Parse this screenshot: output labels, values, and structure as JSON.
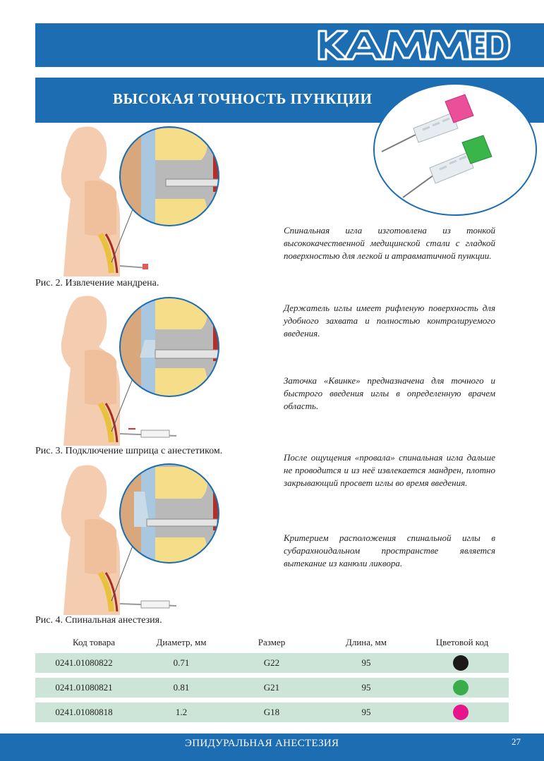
{
  "header": {
    "logo_text": "KAMMED",
    "title": "ВЫСОКАЯ ТОЧНОСТЬ ПУНКЦИИ"
  },
  "figures": [
    {
      "caption": "Рис. 2. Извлечение мандрена."
    },
    {
      "caption": "Рис. 3. Подключение шприца с анестетиком."
    },
    {
      "caption": "Рис. 4. Спинальная анестезия."
    }
  ],
  "descriptions": [
    "Спинальная игла изготовлена из тонкой высококачественной медицинской стали с гладкой поверхностью для легкой и атравматичной пункции.",
    "Держатель иглы имеет рифленую поверхность для удобного захвата и полностью контролируемого введения.",
    "Заточка «Квинке» предназначена для точного и быстрого введения иглы в определенную врачем область.",
    "После ощущения «провала» спинальная игла дальше не проводится и из неё извлекается мандрен, плотно закрывающий просвет иглы во время введения.",
    "Критерием расположения спинальной иглы в субарахноидальном пространстве является вытекание из канюли ликвора."
  ],
  "table": {
    "headers": [
      "Код товара",
      "Диаметр, мм",
      "Размер",
      "Длина, мм",
      "Цветовой код"
    ],
    "rows": [
      {
        "code": "0241.01080822",
        "diameter": "0.71",
        "size": "G22",
        "length": "95",
        "color": "#1a1a1a"
      },
      {
        "code": "0241.01080821",
        "diameter": "0.81",
        "size": "G21",
        "length": "95",
        "color": "#3aac4a"
      },
      {
        "code": "0241.01080818",
        "diameter": "1.2",
        "size": "G18",
        "length": "95",
        "color": "#e6158c"
      }
    ]
  },
  "footer": {
    "section": "ЭПИДУРАЛЬНАЯ АНЕСТЕЗИЯ",
    "page": "27"
  },
  "colors": {
    "brand_blue": "#1d6db3",
    "row_green": "#cde5d8",
    "hub_pink": "#ec4f9a",
    "hub_green": "#39b54a"
  }
}
